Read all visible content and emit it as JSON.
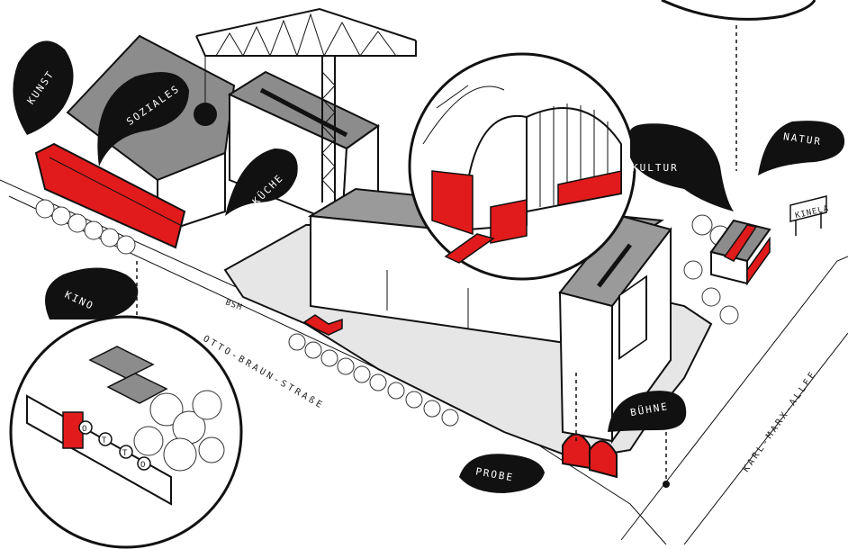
{
  "colors": {
    "ink": "#111111",
    "accent_red": "#e11b1b",
    "roof_grey": "#8c8c8c",
    "light_grey": "#d9d9d9",
    "paper": "#ffffff"
  },
  "bubbles": {
    "kunst": "KUNST",
    "soziales": "SOZIALES",
    "kuche": "KÜCHE",
    "kultur": "KULTUR",
    "natur": "NATUR",
    "kino": "KINO",
    "buhne": "BÜHNE",
    "probe": "PROBE"
  },
  "streets": {
    "otto_braun": "OTTO-BRAUN-STRAßE",
    "karl_marx": "KARL-MARX-ALLEE"
  },
  "signs": {
    "sign_board": "KINELA",
    "bsm": "BSM",
    "otto_letters": [
      "O",
      "T",
      "T",
      "O"
    ]
  }
}
